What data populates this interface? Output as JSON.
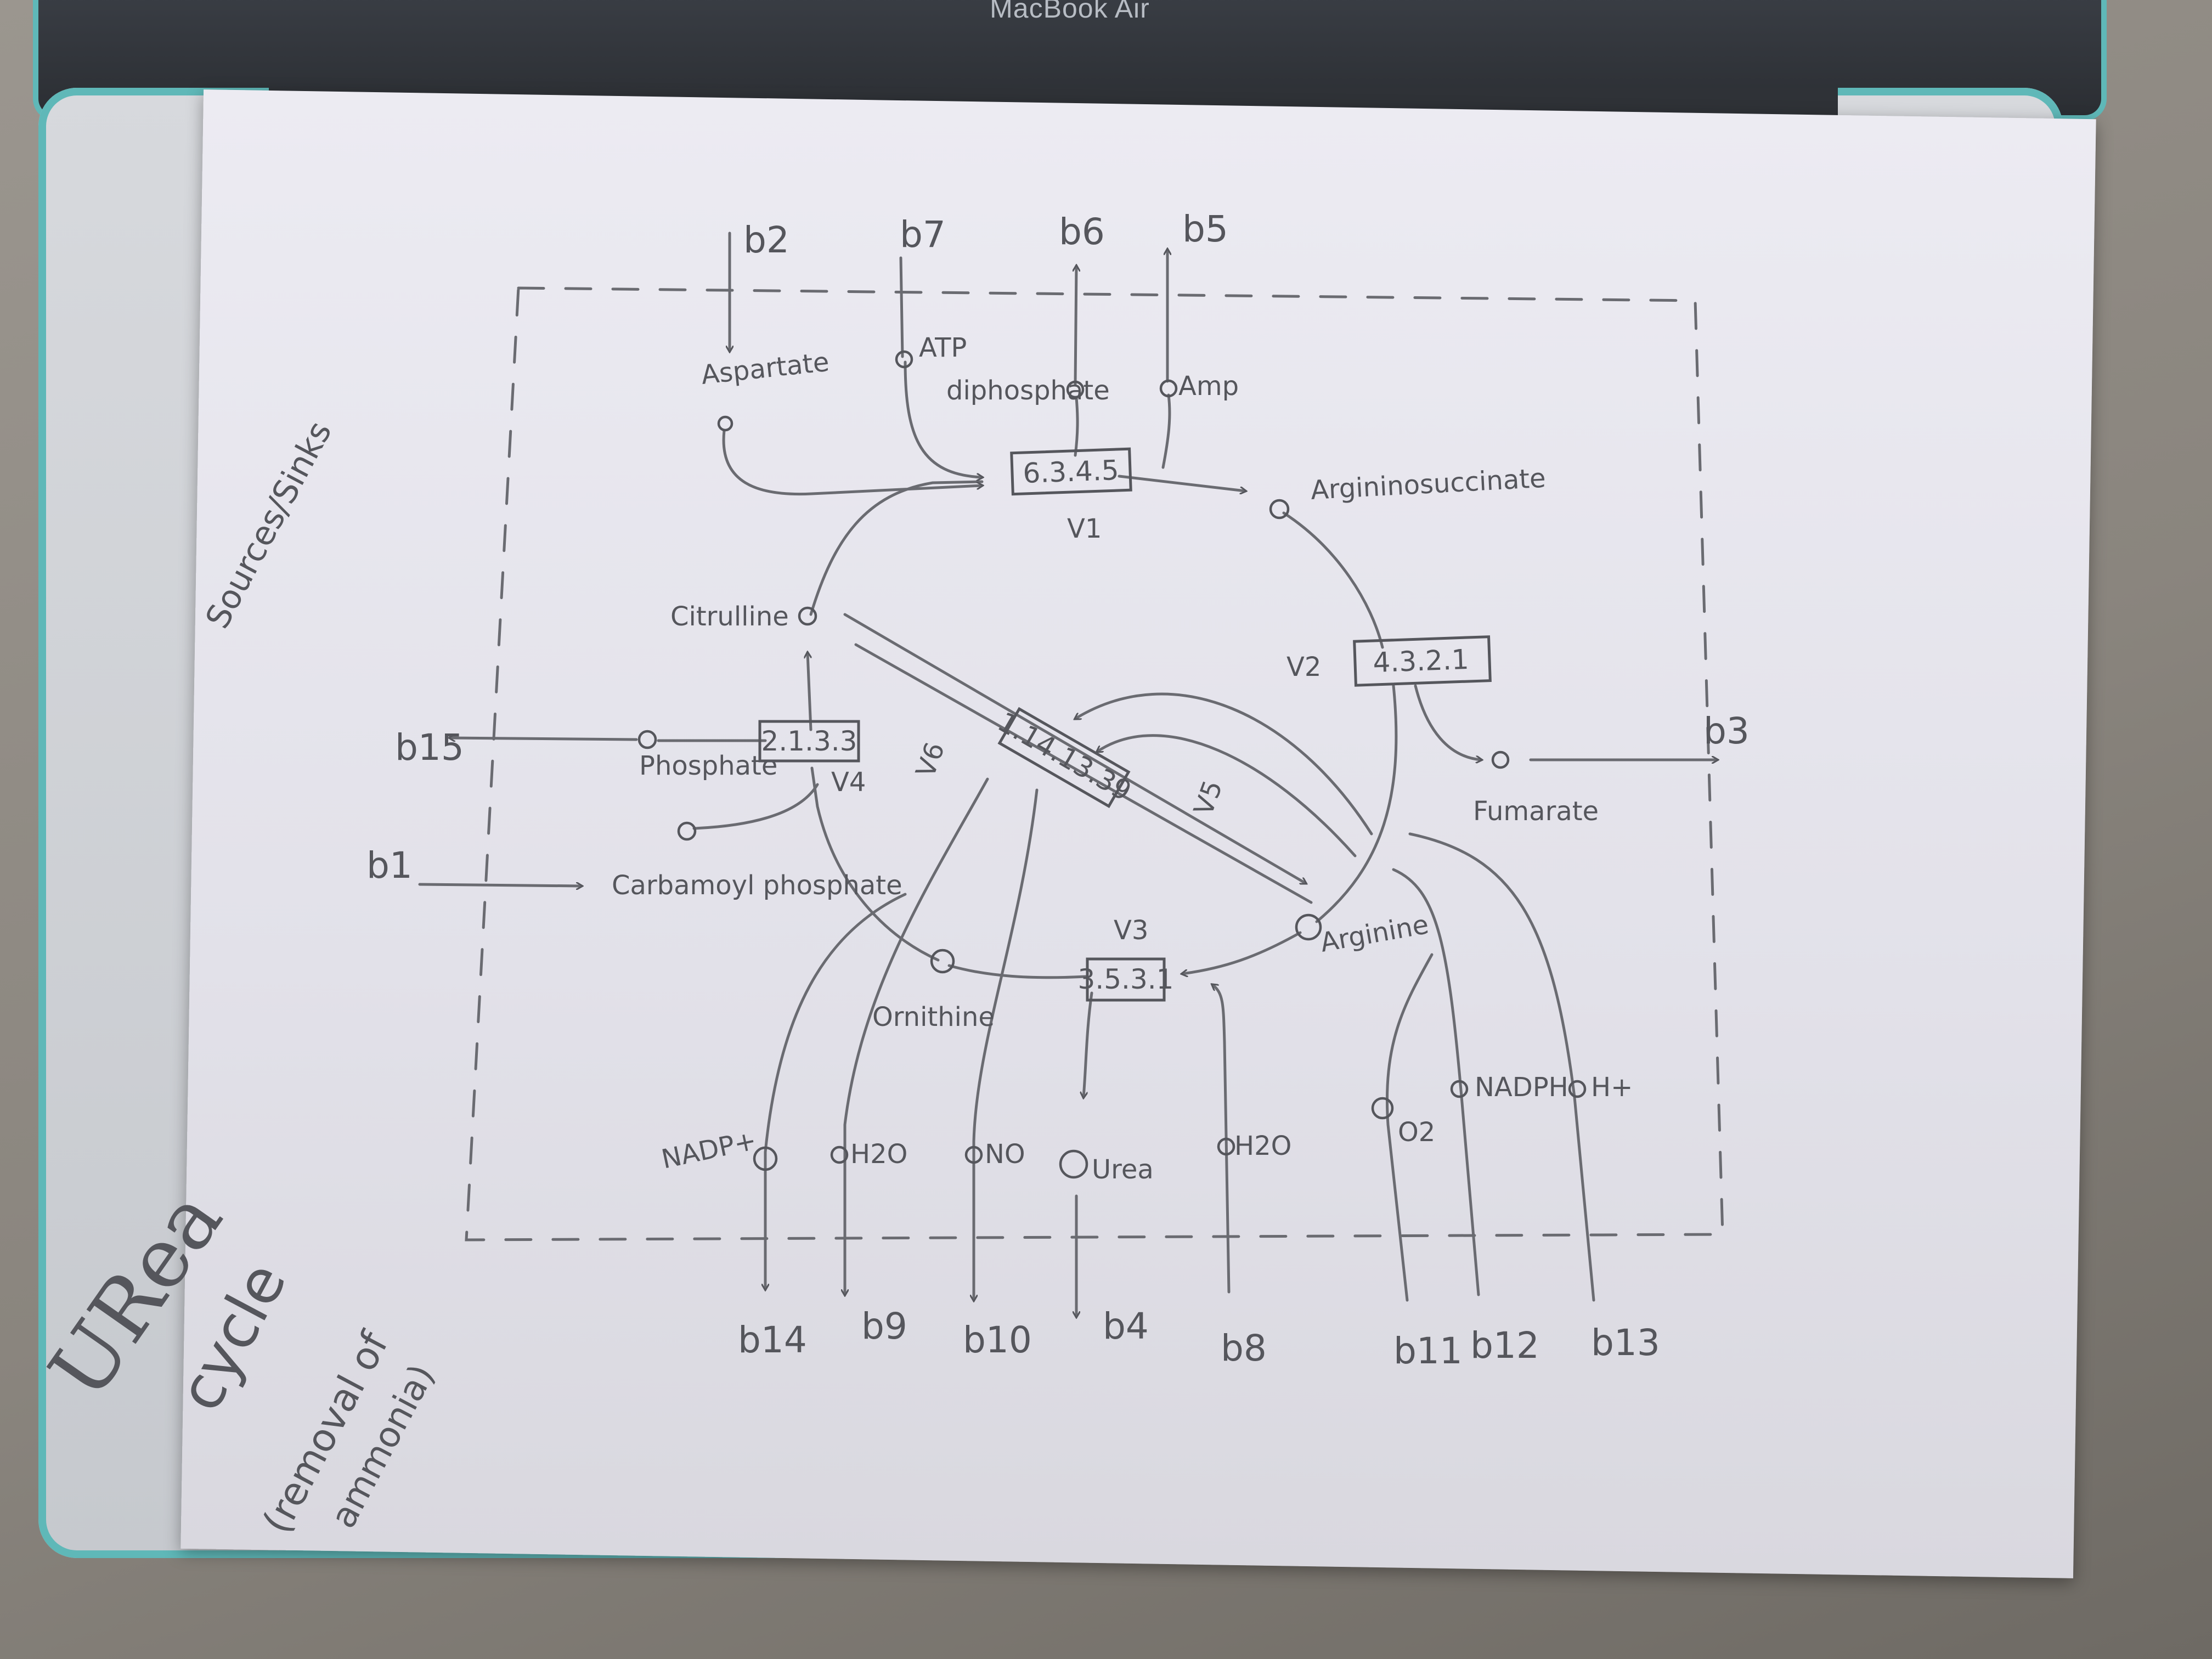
{
  "device": {
    "brand_label": "MacBook Air"
  },
  "note": {
    "side_label": "Sources/Sinks",
    "title_lines": [
      "URea",
      "cycle",
      "(removal of",
      "ammonia)"
    ]
  },
  "enzymes": {
    "v1": {
      "ec": "6.3.4.5",
      "flux": "V1"
    },
    "v2": {
      "ec": "4.3.2.1",
      "flux": "V2"
    },
    "v3": {
      "ec": "3.5.3.1",
      "flux": "V3"
    },
    "v4": {
      "ec": "2.1.3.3",
      "flux": "V4"
    },
    "v5": {
      "flux": "V5"
    },
    "v6": {
      "ec": "1.14.13.39",
      "flux": "V6"
    }
  },
  "metabolites": {
    "aspartate": "Aspartate",
    "atp": "ATP",
    "diphosphate": "diphosphate",
    "amp": "Amp",
    "argininosuccinate": "Argininosuccinate",
    "citrulline": "Citrulline",
    "fumarate": "Fumarate",
    "phosphate": "Phosphate",
    "carbamoyl_phosphate": "Carbamoyl phosphate",
    "arginine": "Arginine",
    "ornithine": "Ornithine",
    "nadp": "NADP+",
    "h2o_left": "H2O",
    "no": "NO",
    "urea": "Urea",
    "h2o_right": "H2O",
    "o2": "O2",
    "nadph": "NADPH",
    "h_plus": "H+"
  },
  "boundary_fluxes": {
    "b1": "b1",
    "b2": "b2",
    "b3": "b3",
    "b4": "b4",
    "b5": "b5",
    "b6": "b6",
    "b7": "b7",
    "b8": "b8",
    "b9": "b9",
    "b10": "b10",
    "b11": "b11",
    "b12": "b12",
    "b13": "b13",
    "b14": "b14",
    "b15": "b15"
  },
  "ink_color": "#55565c",
  "paper_color": "#e8e7ee",
  "case_color": "#5fb8b8"
}
